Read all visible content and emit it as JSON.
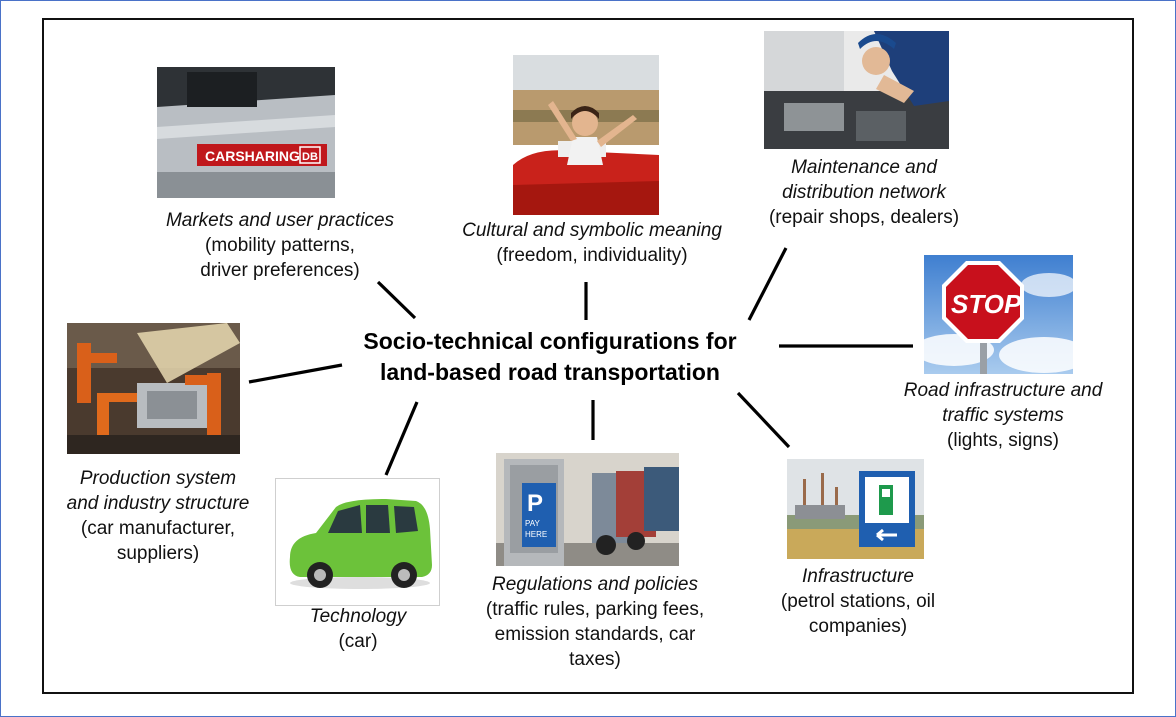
{
  "center": {
    "line1": "Socio-technical configurations for",
    "line2": "land-based road transportation"
  },
  "nodes": {
    "markets": {
      "title_lines": [
        "Markets and user practices"
      ],
      "detail_lines": [
        "(mobility patterns,",
        "driver preferences)"
      ],
      "photo_text": "CARSHARING",
      "photo_badge": "DB"
    },
    "cultural": {
      "title_lines": [
        "Cultural and symbolic meaning"
      ],
      "detail_lines": [
        "(freedom, individuality)"
      ]
    },
    "maintenance": {
      "title_lines": [
        "Maintenance and",
        "distribution network"
      ],
      "detail_lines": [
        "(repair shops, dealers)"
      ]
    },
    "road": {
      "title_lines": [
        "Road infrastructure and",
        "traffic systems"
      ],
      "detail_lines": [
        "(lights, signs)"
      ],
      "photo_text": "STOP"
    },
    "production": {
      "title_lines": [
        "Production system",
        "and industry structure"
      ],
      "detail_lines": [
        "(car manufacturer,",
        "suppliers)"
      ]
    },
    "technology": {
      "title_lines": [
        "Technology"
      ],
      "detail_lines": [
        "(car)"
      ]
    },
    "regulations": {
      "title_lines": [
        "Regulations and policies"
      ],
      "detail_lines": [
        "(traffic rules, parking fees,",
        "emission standards, car",
        "taxes)"
      ],
      "photo_text": "P",
      "photo_sign_line1": "PAY",
      "photo_sign_line2": "HERE"
    },
    "infrastructure": {
      "title_lines": [
        "Infrastructure"
      ],
      "detail_lines": [
        "(petrol stations, oil",
        "companies)"
      ]
    }
  },
  "colors": {
    "frame_outer": "#4a72c8",
    "frame_inner": "#111111",
    "stop_sign": "#c8101c",
    "car_green": "#6cc23a",
    "info_sign": "#1f5fb0"
  }
}
